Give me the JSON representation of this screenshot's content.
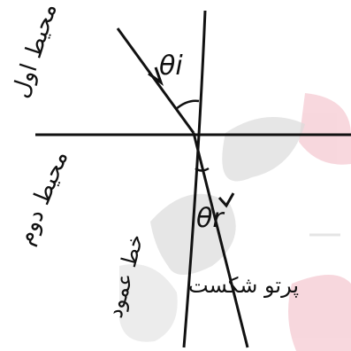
{
  "labels": {
    "medium_1": "محیط اول",
    "medium_2": "محیط دوم",
    "incident_angle": "θi",
    "refraction_angle": "θr",
    "normal_line": "خط عمود",
    "refracted_ray": "پرتو شکست"
  },
  "colors": {
    "ink": "#111111",
    "watermark_gray": "#b9b9b9",
    "watermark_pink": "#f2b8c3"
  }
}
